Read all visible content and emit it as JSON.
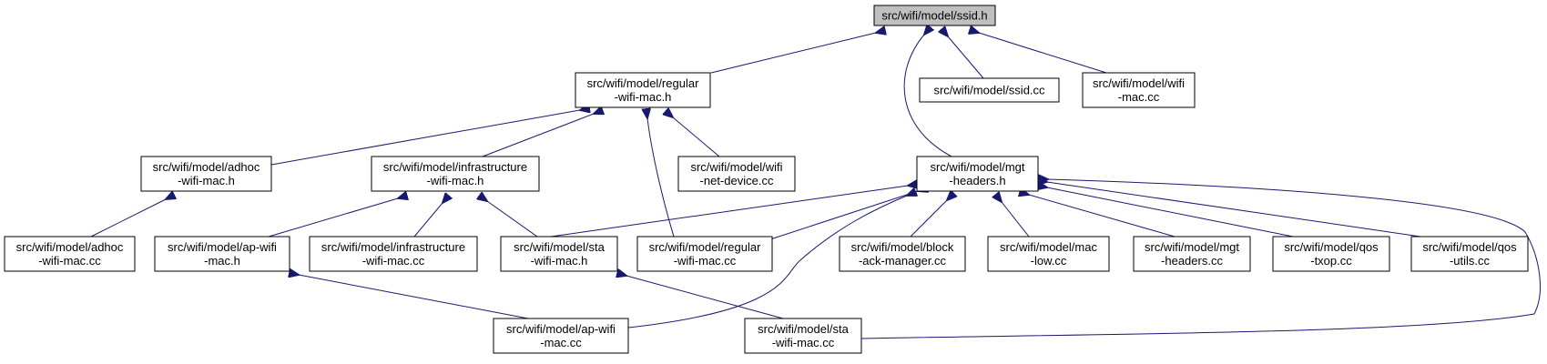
{
  "colors": {
    "edge": "#191970",
    "node_border": "#000000",
    "node_fill": "#ffffff",
    "root_fill": "#bfbfbf"
  },
  "nodes": [
    {
      "id": "ssid_h",
      "lines": [
        "src/wifi/model/ssid.h"
      ],
      "root": true,
      "interactable": false
    },
    {
      "id": "regular_wifi_mac_h",
      "lines": [
        "src/wifi/model/regular",
        "-wifi-mac.h"
      ],
      "interactable": true
    },
    {
      "id": "ssid_cc",
      "lines": [
        "src/wifi/model/ssid.cc"
      ],
      "interactable": true
    },
    {
      "id": "wifi_mac_cc",
      "lines": [
        "src/wifi/model/wifi",
        "-mac.cc"
      ],
      "interactable": true
    },
    {
      "id": "adhoc_wifi_mac_h",
      "lines": [
        "src/wifi/model/adhoc",
        "-wifi-mac.h"
      ],
      "interactable": true
    },
    {
      "id": "infrastructure_wifi_mac_h",
      "lines": [
        "src/wifi/model/infrastructure",
        "-wifi-mac.h"
      ],
      "interactable": true
    },
    {
      "id": "wifi_net_device_cc",
      "lines": [
        "src/wifi/model/wifi",
        "-net-device.cc"
      ],
      "interactable": true
    },
    {
      "id": "mgt_headers_h",
      "lines": [
        "src/wifi/model/mgt",
        "-headers.h"
      ],
      "interactable": true
    },
    {
      "id": "adhoc_wifi_mac_cc",
      "lines": [
        "src/wifi/model/adhoc",
        "-wifi-mac.cc"
      ],
      "interactable": true
    },
    {
      "id": "ap_wifi_mac_h",
      "lines": [
        "src/wifi/model/ap-wifi",
        "-mac.h"
      ],
      "interactable": true
    },
    {
      "id": "infrastructure_wifi_mac_cc",
      "lines": [
        "src/wifi/model/infrastructure",
        "-wifi-mac.cc"
      ],
      "interactable": true
    },
    {
      "id": "sta_wifi_mac_h",
      "lines": [
        "src/wifi/model/sta",
        "-wifi-mac.h"
      ],
      "interactable": true
    },
    {
      "id": "regular_wifi_mac_cc",
      "lines": [
        "src/wifi/model/regular",
        "-wifi-mac.cc"
      ],
      "interactable": true
    },
    {
      "id": "block_ack_manager_cc",
      "lines": [
        "src/wifi/model/block",
        "-ack-manager.cc"
      ],
      "interactable": true
    },
    {
      "id": "mac_low_cc",
      "lines": [
        "src/wifi/model/mac",
        "-low.cc"
      ],
      "interactable": true
    },
    {
      "id": "mgt_headers_cc",
      "lines": [
        "src/wifi/model/mgt",
        "-headers.cc"
      ],
      "interactable": true
    },
    {
      "id": "qos_txop_cc",
      "lines": [
        "src/wifi/model/qos",
        "-txop.cc"
      ],
      "interactable": true
    },
    {
      "id": "qos_utils_cc",
      "lines": [
        "src/wifi/model/qos",
        "-utils.cc"
      ],
      "interactable": true
    },
    {
      "id": "ap_wifi_mac_cc",
      "lines": [
        "src/wifi/model/ap-wifi",
        "-mac.cc"
      ],
      "interactable": true
    },
    {
      "id": "sta_wifi_mac_cc",
      "lines": [
        "src/wifi/model/sta",
        "-wifi-mac.cc"
      ],
      "interactable": true
    }
  ],
  "edges": [
    {
      "from": "regular_wifi_mac_h",
      "to": "ssid_h"
    },
    {
      "from": "mgt_headers_h",
      "to": "ssid_h"
    },
    {
      "from": "ssid_cc",
      "to": "ssid_h"
    },
    {
      "from": "wifi_mac_cc",
      "to": "ssid_h"
    },
    {
      "from": "adhoc_wifi_mac_h",
      "to": "regular_wifi_mac_h"
    },
    {
      "from": "infrastructure_wifi_mac_h",
      "to": "regular_wifi_mac_h"
    },
    {
      "from": "regular_wifi_mac_cc",
      "to": "regular_wifi_mac_h"
    },
    {
      "from": "wifi_net_device_cc",
      "to": "regular_wifi_mac_h"
    },
    {
      "from": "adhoc_wifi_mac_cc",
      "to": "adhoc_wifi_mac_h"
    },
    {
      "from": "ap_wifi_mac_h",
      "to": "infrastructure_wifi_mac_h"
    },
    {
      "from": "infrastructure_wifi_mac_cc",
      "to": "infrastructure_wifi_mac_h"
    },
    {
      "from": "sta_wifi_mac_h",
      "to": "infrastructure_wifi_mac_h"
    },
    {
      "from": "sta_wifi_mac_h",
      "to": "mgt_headers_h"
    },
    {
      "from": "regular_wifi_mac_cc",
      "to": "mgt_headers_h"
    },
    {
      "from": "ap_wifi_mac_cc",
      "to": "mgt_headers_h"
    },
    {
      "from": "block_ack_manager_cc",
      "to": "mgt_headers_h"
    },
    {
      "from": "mac_low_cc",
      "to": "mgt_headers_h"
    },
    {
      "from": "mgt_headers_cc",
      "to": "mgt_headers_h"
    },
    {
      "from": "qos_txop_cc",
      "to": "mgt_headers_h"
    },
    {
      "from": "qos_utils_cc",
      "to": "mgt_headers_h"
    },
    {
      "from": "sta_wifi_mac_cc",
      "to": "mgt_headers_h"
    },
    {
      "from": "ap_wifi_mac_cc",
      "to": "ap_wifi_mac_h"
    },
    {
      "from": "sta_wifi_mac_cc",
      "to": "sta_wifi_mac_h"
    }
  ]
}
